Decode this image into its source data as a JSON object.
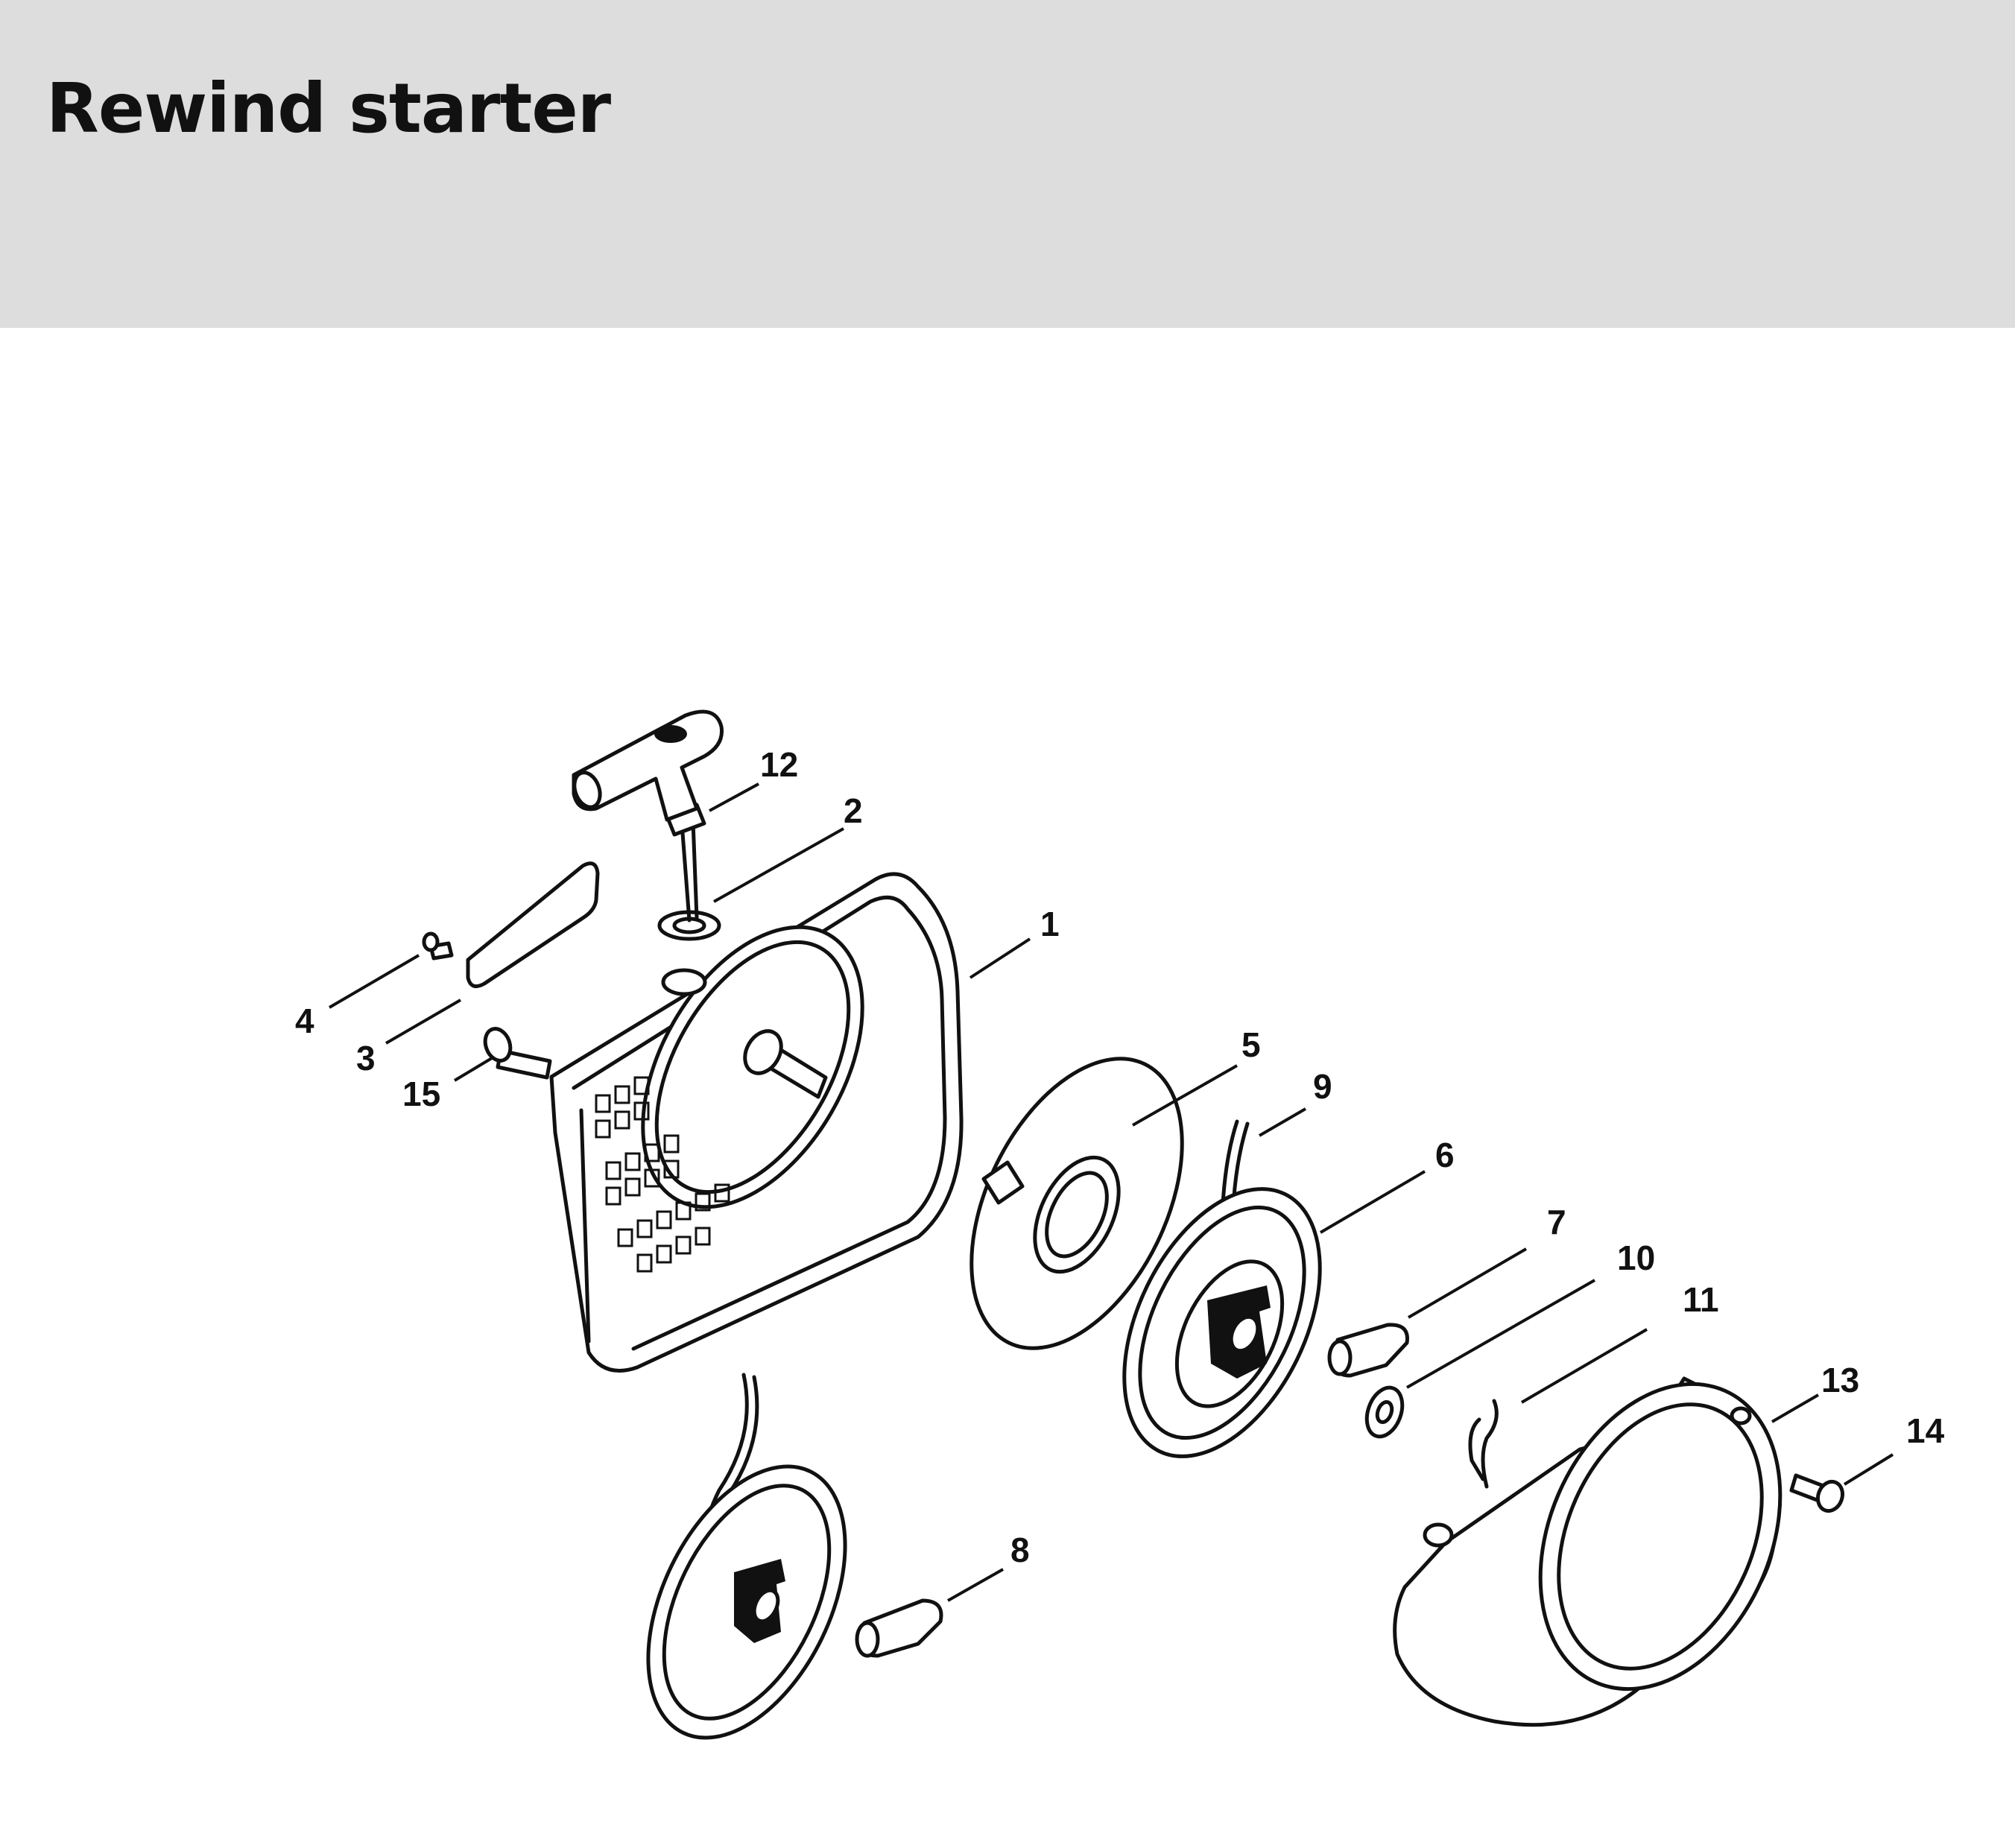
{
  "page": {
    "title": "Rewind starter"
  },
  "callouts": [
    {
      "id": "1",
      "label": "1"
    },
    {
      "id": "2",
      "label": "2"
    },
    {
      "id": "3",
      "label": "3"
    },
    {
      "id": "4",
      "label": "4"
    },
    {
      "id": "5",
      "label": "5"
    },
    {
      "id": "6",
      "label": "6"
    },
    {
      "id": "7",
      "label": "7"
    },
    {
      "id": "8",
      "label": "8"
    },
    {
      "id": "9",
      "label": "9"
    },
    {
      "id": "10",
      "label": "10"
    },
    {
      "id": "11",
      "label": "11"
    },
    {
      "id": "12",
      "label": "12"
    },
    {
      "id": "13",
      "label": "13"
    },
    {
      "id": "14",
      "label": "14"
    },
    {
      "id": "15",
      "label": "15"
    }
  ]
}
